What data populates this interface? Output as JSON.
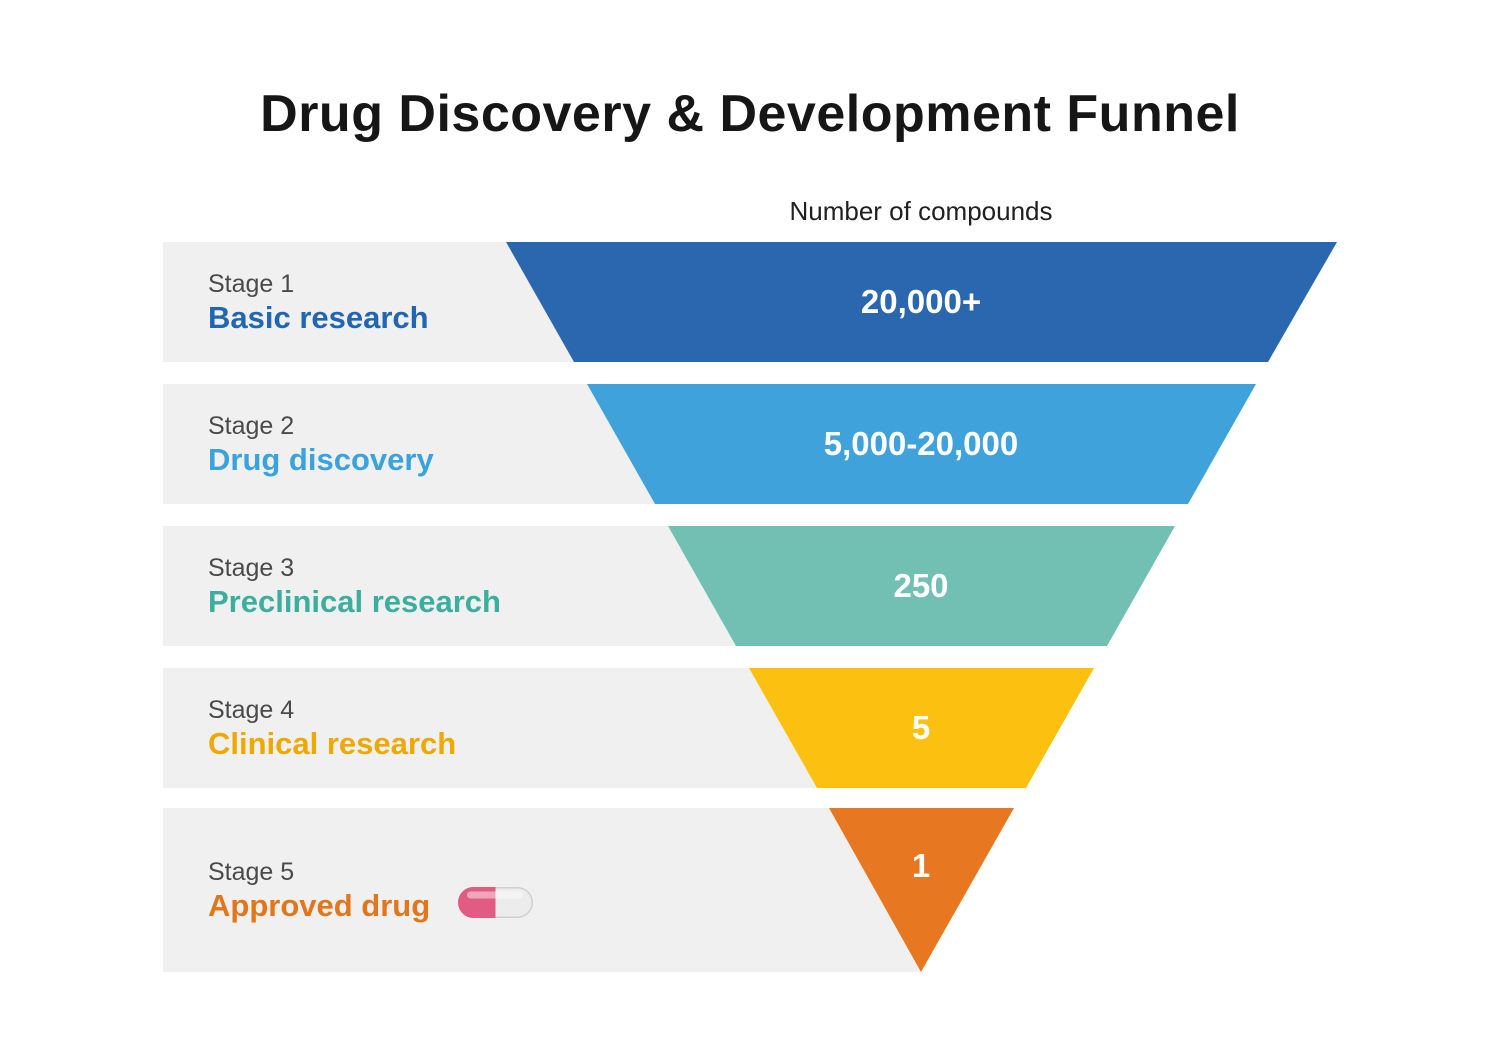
{
  "title": "Drug Discovery & Development Funnel",
  "value_axis_label": "Number of compounds",
  "colors": {
    "page_bg": "#FFFFFF",
    "row_bg": "#F0F0F1",
    "stage_number_text": "#4A4A4A",
    "value_text": "#FFFFFF",
    "title_text": "#161616",
    "pill_left": "#E25C82",
    "pill_right": "#ECECEC",
    "pill_border": "#D0D0D0",
    "pill_highlight": "#FFFFFF"
  },
  "icons": {
    "pill_icon": "capsule shape, pink left half and white right half, beside Stage 5 label"
  },
  "chart_data": {
    "type": "funnel",
    "title": "Drug Discovery & Development Funnel",
    "value_axis_label": "Number of compounds",
    "orientation": "inverted-triangle, widest at top",
    "stages": [
      {
        "stage_label": "Stage 1",
        "name": "Basic research",
        "compounds": "20,000+",
        "band_color": "#2A67AE",
        "name_color": "#2166B1"
      },
      {
        "stage_label": "Stage 2",
        "name": "Drug discovery",
        "compounds": "5,000-20,000",
        "band_color": "#3FA2DA",
        "name_color": "#3AA2DC"
      },
      {
        "stage_label": "Stage 3",
        "name": "Preclinical research",
        "compounds": "250",
        "band_color": "#72BFB4",
        "name_color": "#3BAE9E"
      },
      {
        "stage_label": "Stage 4",
        "name": "Clinical research",
        "compounds": "5",
        "band_color": "#FCC011",
        "name_color": "#EFA800"
      },
      {
        "stage_label": "Stage 5",
        "name": "Approved drug",
        "compounds": "1",
        "band_color": "#E87722",
        "name_color": "#E2761B"
      }
    ]
  }
}
